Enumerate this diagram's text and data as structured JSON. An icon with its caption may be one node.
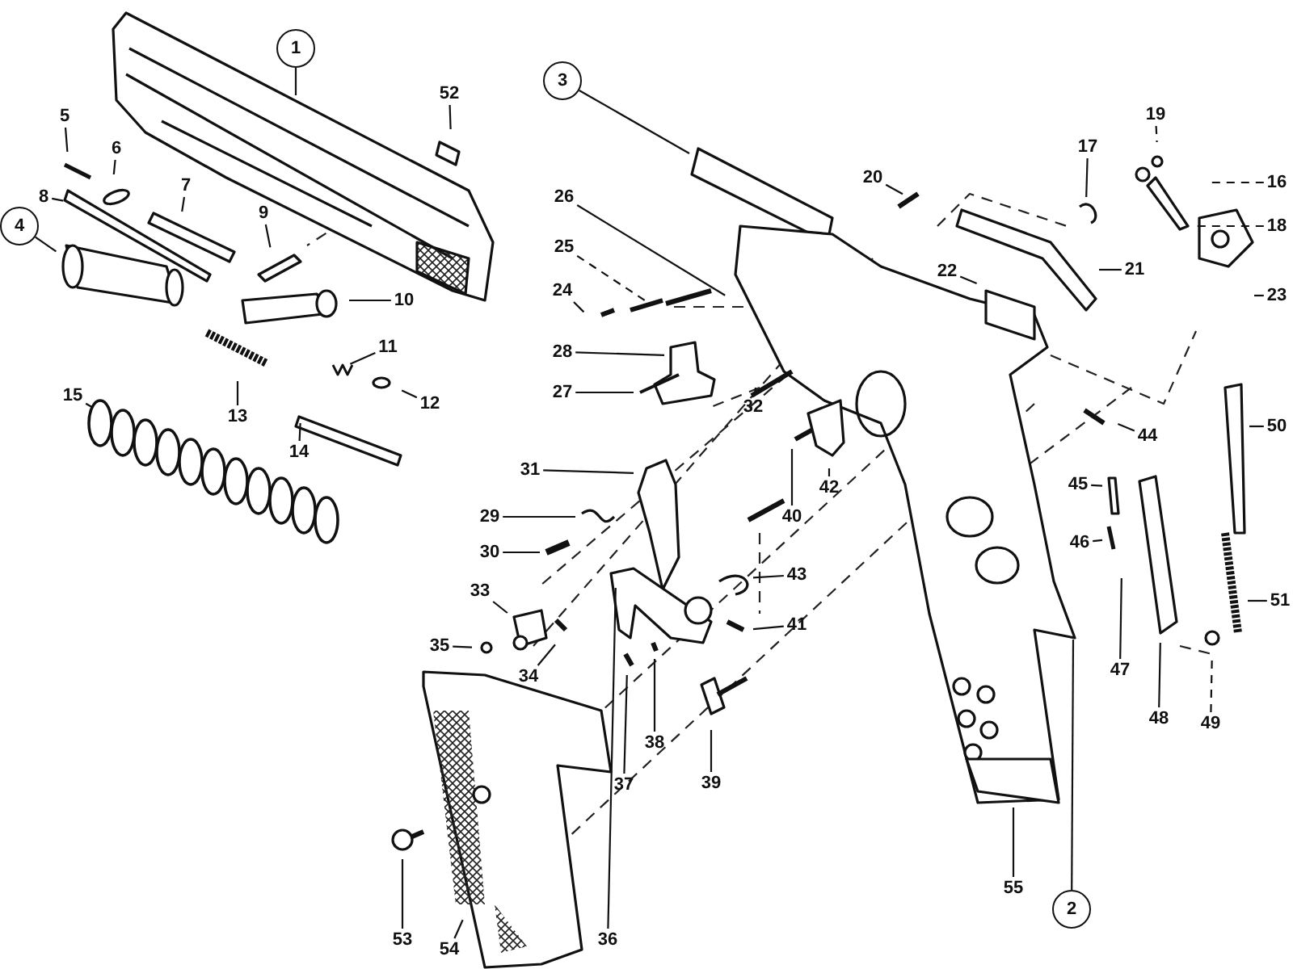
{
  "diagram": {
    "nodes": [
      {
        "text": [
          "1"
        ]
      },
      {
        "text": [
          "2"
        ]
      },
      {
        "text": [
          "3"
        ]
      },
      {
        "text": [
          "4"
        ]
      },
      {
        "text": [
          "5"
        ]
      },
      {
        "text": [
          "6"
        ]
      },
      {
        "text": [
          "7"
        ]
      },
      {
        "text": [
          "8"
        ]
      },
      {
        "text": [
          "9"
        ]
      },
      {
        "text": [
          "10"
        ]
      },
      {
        "text": [
          "11"
        ]
      },
      {
        "text": [
          "12"
        ]
      },
      {
        "text": [
          "13"
        ]
      },
      {
        "text": [
          "14"
        ]
      },
      {
        "text": [
          "15"
        ]
      },
      {
        "text": [
          "16"
        ]
      },
      {
        "text": [
          "17"
        ]
      },
      {
        "text": [
          "18"
        ]
      },
      {
        "text": [
          "19"
        ]
      },
      {
        "text": [
          "20"
        ]
      },
      {
        "text": [
          "21"
        ]
      },
      {
        "text": [
          "22"
        ]
      },
      {
        "text": [
          "23"
        ]
      },
      {
        "text": [
          "24"
        ]
      },
      {
        "text": [
          "25"
        ]
      },
      {
        "text": [
          "26"
        ]
      },
      {
        "text": [
          "27"
        ]
      },
      {
        "text": [
          "28"
        ]
      },
      {
        "text": [
          "29"
        ]
      },
      {
        "text": [
          "30"
        ]
      },
      {
        "text": [
          "31"
        ]
      },
      {
        "text": [
          "32"
        ]
      },
      {
        "text": [
          "33"
        ]
      },
      {
        "text": [
          "34"
        ]
      },
      {
        "text": [
          "35"
        ]
      },
      {
        "text": [
          "36"
        ]
      },
      {
        "text": [
          "37"
        ]
      },
      {
        "text": [
          "38"
        ]
      },
      {
        "text": [
          "39"
        ]
      },
      {
        "text": [
          "40"
        ]
      },
      {
        "text": [
          "41"
        ]
      },
      {
        "text": [
          "42"
        ]
      },
      {
        "text": [
          "43"
        ]
      },
      {
        "text": [
          "44"
        ]
      },
      {
        "text": [
          "45"
        ]
      },
      {
        "text": [
          "46"
        ]
      },
      {
        "text": [
          "47"
        ]
      },
      {
        "text": [
          "48"
        ]
      },
      {
        "text": [
          "49"
        ]
      },
      {
        "text": [
          "50"
        ]
      },
      {
        "text": [
          "51"
        ]
      },
      {
        "text": [
          "52"
        ]
      },
      {
        "text": [
          "53"
        ]
      },
      {
        "text": [
          "54"
        ]
      },
      {
        "text": [
          "55"
        ]
      }
    ],
    "edges": [
      {
        "from": 0,
        "to": null,
        "arrow": "none"
      },
      {
        "from": 1,
        "to": null,
        "arrow": "none"
      },
      {
        "from": 2,
        "to": null,
        "arrow": "none"
      },
      {
        "from": 3,
        "to": null,
        "arrow": "none"
      },
      {
        "from": 4,
        "to": null,
        "arrow": "none"
      },
      {
        "from": 5,
        "to": null,
        "arrow": "none"
      },
      {
        "from": 6,
        "to": null,
        "arrow": "none"
      },
      {
        "from": 7,
        "to": null,
        "arrow": "none"
      },
      {
        "from": 8,
        "to": null,
        "arrow": "none"
      },
      {
        "from": 9,
        "to": null,
        "arrow": "none"
      },
      {
        "from": 10,
        "to": null,
        "arrow": "none"
      },
      {
        "from": 11,
        "to": null,
        "arrow": "none"
      },
      {
        "from": 12,
        "to": null,
        "arrow": "none"
      },
      {
        "from": 13,
        "to": null,
        "arrow": "none"
      },
      {
        "from": 14,
        "to": null,
        "arrow": "none"
      },
      {
        "from": 15,
        "to": null,
        "arrow": "none",
        "style": "dashed"
      },
      {
        "from": 16,
        "to": null,
        "arrow": "none"
      },
      {
        "from": 17,
        "to": null,
        "arrow": "none",
        "style": "dashed"
      },
      {
        "from": 18,
        "to": null,
        "arrow": "none",
        "style": "dashed"
      },
      {
        "from": 19,
        "to": null,
        "arrow": "none"
      },
      {
        "from": 20,
        "to": null,
        "arrow": "none"
      },
      {
        "from": 21,
        "to": null,
        "arrow": "none"
      },
      {
        "from": 22,
        "to": null,
        "arrow": "none"
      },
      {
        "from": 23,
        "to": null,
        "arrow": "none"
      },
      {
        "from": 24,
        "to": null,
        "arrow": "none",
        "style": "dashed"
      },
      {
        "from": 25,
        "to": null,
        "arrow": "none"
      },
      {
        "from": 26,
        "to": null,
        "arrow": "none"
      },
      {
        "from": 27,
        "to": null,
        "arrow": "none"
      },
      {
        "from": 28,
        "to": null,
        "arrow": "none"
      },
      {
        "from": 29,
        "to": null,
        "arrow": "none"
      },
      {
        "from": 30,
        "to": null,
        "arrow": "none"
      },
      {
        "from": 31,
        "to": null,
        "arrow": "none"
      },
      {
        "from": 32,
        "to": null,
        "arrow": "none"
      },
      {
        "from": 33,
        "to": null,
        "arrow": "none"
      },
      {
        "from": 34,
        "to": null,
        "arrow": "none"
      },
      {
        "from": 35,
        "to": null,
        "arrow": "none"
      },
      {
        "from": 36,
        "to": null,
        "arrow": "none"
      },
      {
        "from": 37,
        "to": null,
        "arrow": "none"
      },
      {
        "from": 38,
        "to": null,
        "arrow": "none"
      },
      {
        "from": 39,
        "to": null,
        "arrow": "none"
      },
      {
        "from": 40,
        "to": null,
        "arrow": "none"
      },
      {
        "from": 41,
        "to": null,
        "arrow": "none"
      },
      {
        "from": 42,
        "to": null,
        "arrow": "none"
      },
      {
        "from": 43,
        "to": null,
        "arrow": "none"
      },
      {
        "from": 44,
        "to": null,
        "arrow": "none"
      },
      {
        "from": 45,
        "to": null,
        "arrow": "none"
      },
      {
        "from": 46,
        "to": null,
        "arrow": "none"
      },
      {
        "from": 47,
        "to": null,
        "arrow": "none"
      },
      {
        "from": 48,
        "to": null,
        "arrow": "none",
        "style": "dashed"
      },
      {
        "from": 49,
        "to": null,
        "arrow": "none"
      },
      {
        "from": 50,
        "to": null,
        "arrow": "none"
      },
      {
        "from": 51,
        "to": null,
        "arrow": "none"
      },
      {
        "from": 52,
        "to": null,
        "arrow": "none"
      },
      {
        "from": 53,
        "to": null,
        "arrow": "none"
      },
      {
        "from": 54,
        "to": null,
        "arrow": "none"
      }
    ]
  }
}
